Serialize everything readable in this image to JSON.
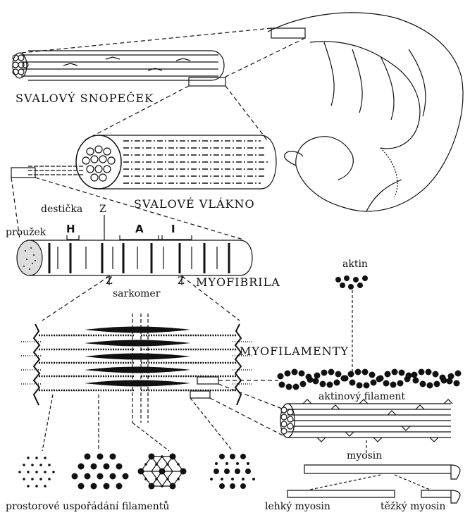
{
  "labels": {
    "svalovy_snopecek": "SVALOVÝ SNOPEČEK",
    "svalove_vlakno": "SVALOVÉ VLÁKNO",
    "desticka": "destička",
    "z_top": "Z",
    "prouzek": "proužek",
    "h": "H",
    "a": "A",
    "i": "I",
    "z_left": "Z",
    "z_right": "Z",
    "myofibrila": "MYOFIBRILA",
    "sarkomer": "sarkomer",
    "aktin": "aktin",
    "myofilamenty": "MYOFILAMENTY",
    "aktinovy_filament": "aktinový filament",
    "myosin": "myosin",
    "prostorove": "prostorové uspořádání filamentů",
    "lehky_myosin": "lehký myosin",
    "tezky_myosin": "těžký myosin"
  }
}
